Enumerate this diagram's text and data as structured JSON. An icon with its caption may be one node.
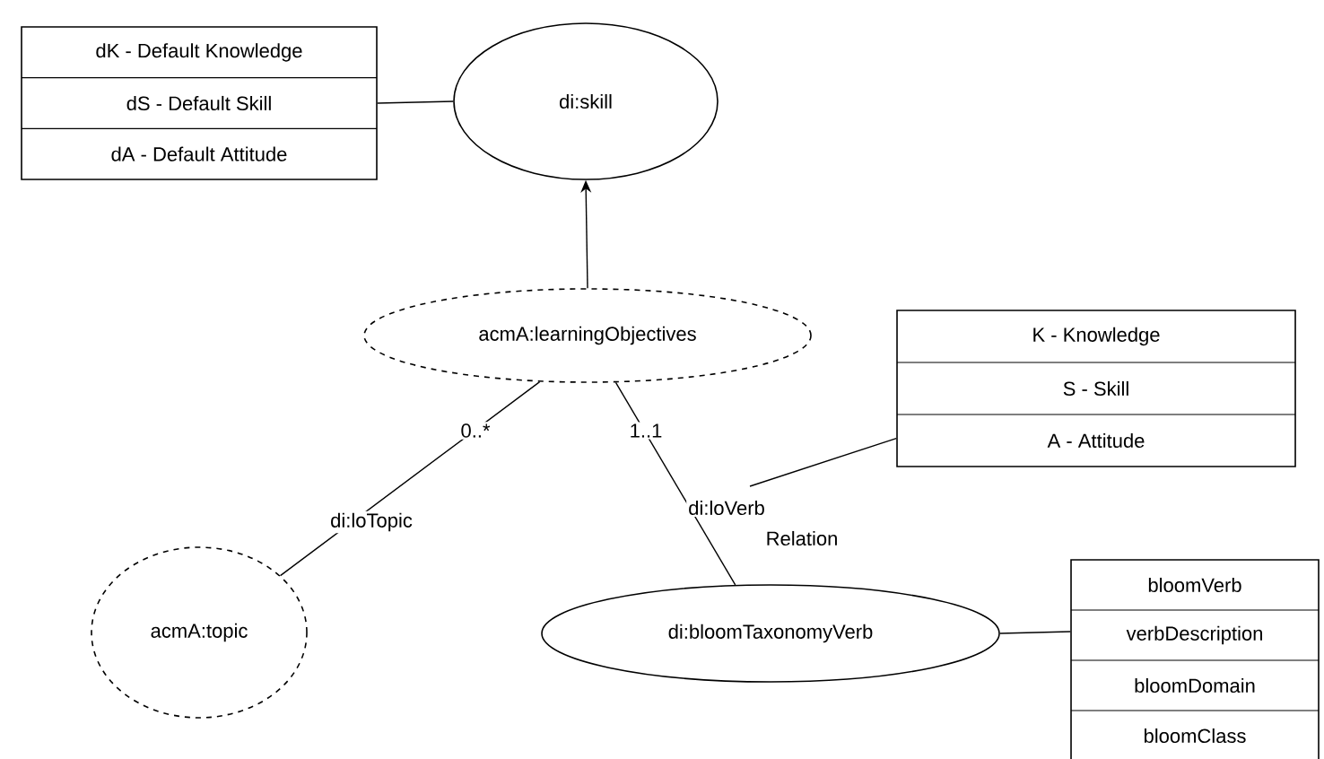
{
  "diagram": {
    "nodes": [
      {
        "text": [
          "dK - Default Knowledge",
          "dS - Default Skill",
          "dA - Default Attitude"
        ]
      },
      {
        "text": [
          "di:skill"
        ]
      },
      {
        "text": [
          "acmA:learningObjectives"
        ]
      },
      {
        "text": [
          "K - Knowledge",
          "S - Skill",
          "A - Attitude"
        ]
      },
      {
        "text": [
          "acmA:topic"
        ]
      },
      {
        "text": [
          "di:bloomTaxonomyVerb"
        ]
      },
      {
        "text": [
          "bloomVerb",
          "verbDescription",
          "bloomDomain",
          "bloomClass"
        ]
      }
    ],
    "edges": [
      {
        "from": 0,
        "to": 1,
        "arrow": "none"
      },
      {
        "from": 2,
        "to": 1,
        "arrow": "to"
      },
      {
        "from": 2,
        "to": 4,
        "arrow": "none",
        "label": "di:loTopic"
      },
      {
        "from": 2,
        "to": 5,
        "arrow": "none",
        "label": "di:loVerb"
      },
      {
        "from": 3,
        "to": null,
        "arrow": "none"
      },
      {
        "from": 5,
        "to": 6,
        "arrow": "none"
      }
    ],
    "labels": [
      "0..*",
      "1..1",
      "Relation"
    ]
  }
}
